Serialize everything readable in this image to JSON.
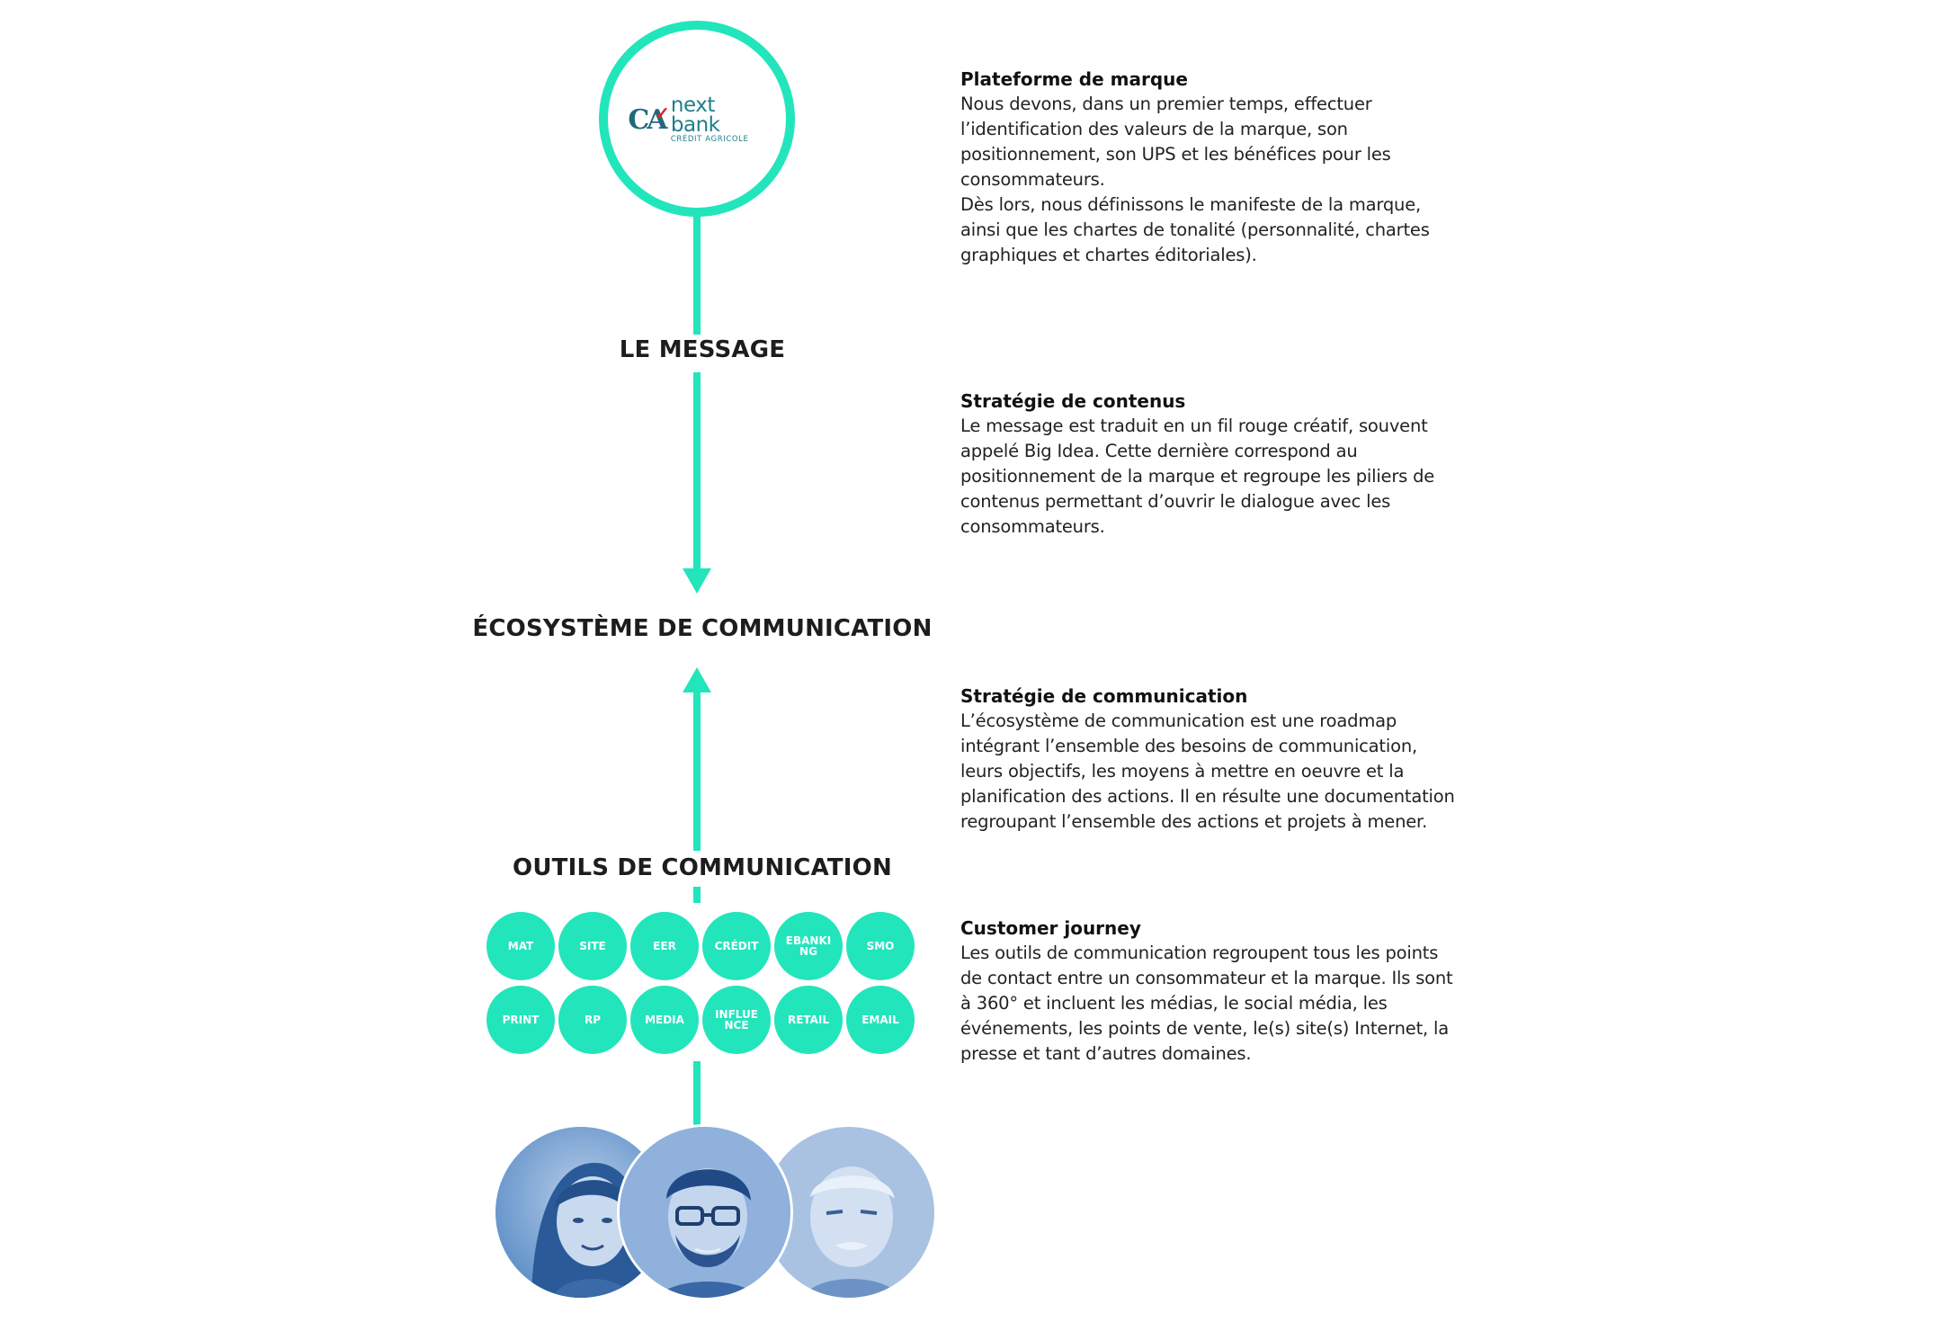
{
  "brand": {
    "logo_mark": "CA",
    "name": "next bank",
    "sub": "CRÉDIT AGRICOLE"
  },
  "stages": {
    "message": "LE MESSAGE",
    "ecosystem": "ÉCOSYSTÈME DE COMMUNICATION",
    "tools": "OUTILS DE  COMMUNICATION"
  },
  "tools": {
    "row1": [
      "MAT",
      "SITE",
      "EER",
      "CRÉDIT",
      "EBANKING",
      "SMO"
    ],
    "row2": [
      "PRINT",
      "RP",
      "MEDIA",
      "INFLUENCE",
      "RETAIL",
      "EMAIL"
    ]
  },
  "sections": [
    {
      "heading": "Plateforme de marque",
      "body": "Nous devons, dans un premier temps, effectuer\nl’identification des valeurs de la marque, son\npositionnement, son UPS et les bénéfices pour les\nconsommateurs.\nDès lors, nous définissons le manifeste de la marque,\nainsi que les chartes de tonalité (personnalité, chartes\ngraphiques et chartes éditoriales)."
    },
    {
      "heading": "Stratégie de contenus",
      "body": "Le message est traduit en un fil rouge créatif, souvent\nappelé Big Idea. Cette dernière correspond au\npositionnement de la marque et regroupe les piliers de\ncontenus permettant d’ouvrir le dialogue avec les\nconsommateurs."
    },
    {
      "heading": "Stratégie de communication",
      "body": "L’écosystème de communication est une roadmap\nintégrant l’ensemble des besoins de communication,\nleurs objectifs, les moyens à mettre en oeuvre et la\nplanification des actions. Il en résulte une documentation\nregroupant l’ensemble des actions et projets à mener."
    },
    {
      "heading": "Customer journey",
      "body": "Les outils de communication regroupent tous les points\nde contact entre un consommateur et la marque. Ils sont\nà 360° et incluent les médias, le social média, les\névénements, les points de vente, le(s) site(s) Internet, la\npresse et tant d’autres domaines."
    }
  ],
  "colors": {
    "accent": "#22e5bc",
    "photo_tint": "#2f6fb3",
    "logo": "#1f7f8a"
  }
}
